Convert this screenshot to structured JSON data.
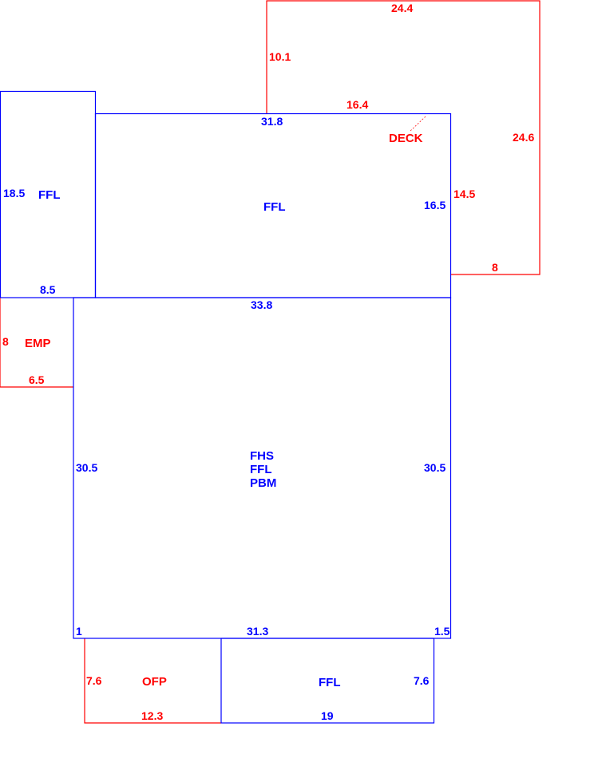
{
  "colors": {
    "living": "#0000ff",
    "accessory": "#ff0000",
    "background": "#ffffff"
  },
  "areas": {
    "left_wing": {
      "name": "FFL",
      "dims": {
        "side": "18.5",
        "bottom": "8.5"
      }
    },
    "upper_main": {
      "name": "FFL",
      "dims": {
        "top": "31.8",
        "right": "16.5"
      }
    },
    "deck": {
      "name": "DECK",
      "dims": {
        "top": "24.4",
        "left": "10.1",
        "inner_top": "16.4",
        "right": "24.6",
        "inner_left": "14.5",
        "bottom": "8"
      }
    },
    "emp": {
      "name": "EMP",
      "dims": {
        "side": "8",
        "bottom": "6.5"
      }
    },
    "main": {
      "names": [
        "FHS",
        "FFL",
        "PBM"
      ],
      "dims": {
        "top": "33.8",
        "left": "30.5",
        "right": "30.5",
        "bottom": "31.3",
        "bottom_left": "1",
        "bottom_right": "1.5"
      }
    },
    "ofp": {
      "name": "OFP",
      "dims": {
        "side": "7.6",
        "bottom": "12.3"
      }
    },
    "lower_ffl": {
      "name": "FFL",
      "dims": {
        "side": "7.6",
        "bottom": "19"
      }
    }
  }
}
